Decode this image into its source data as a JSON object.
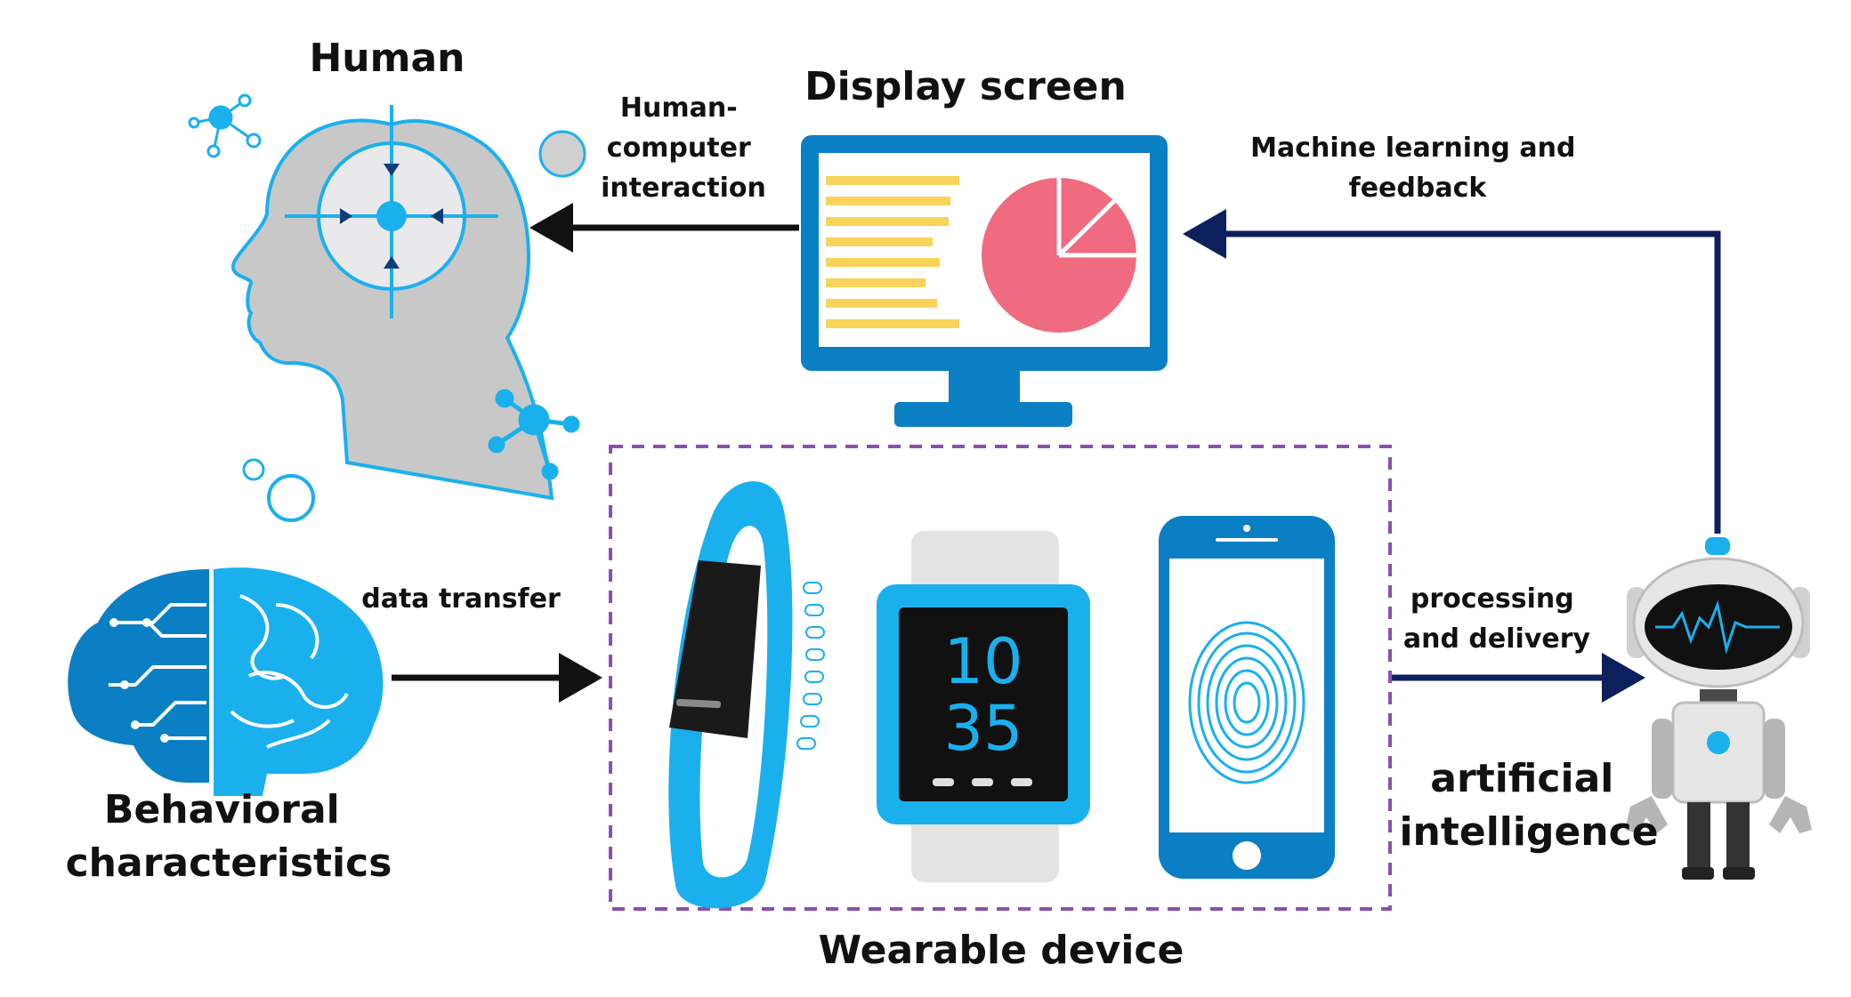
{
  "labels": {
    "human": "Human",
    "display_screen": "Display screen",
    "hci_line1": "Human-",
    "hci_line2": "computer",
    "hci_line3": "interaction",
    "ml_line1": "Machine learning and",
    "ml_line2": "feedback",
    "data_transfer": "data transfer",
    "processing_line1": "processing",
    "processing_line2": "and delivery",
    "behavioral_line1": "Behavioral",
    "behavioral_line2": "characteristics",
    "wearable_device": "Wearable device",
    "ai_line1": "artificial",
    "ai_line2": "intelligence"
  },
  "watch": {
    "hour": "10",
    "minute": "35"
  },
  "icons": {
    "human": "human-head-icon",
    "display": "monitor-icon",
    "brain": "brain-icon",
    "band": "fitness-band-icon",
    "watch": "smartwatch-icon",
    "phone": "smartphone-fingerprint-icon",
    "robot": "robot-icon"
  },
  "colors": {
    "blue": "#1ab0ee",
    "dark_blue": "#0a7fc4",
    "navy": "#0d1f5c",
    "gray": "#c8c8c8",
    "pie": "#f06b80",
    "bars": "#f9d35a",
    "dashed_border": "#8a4fb0"
  }
}
